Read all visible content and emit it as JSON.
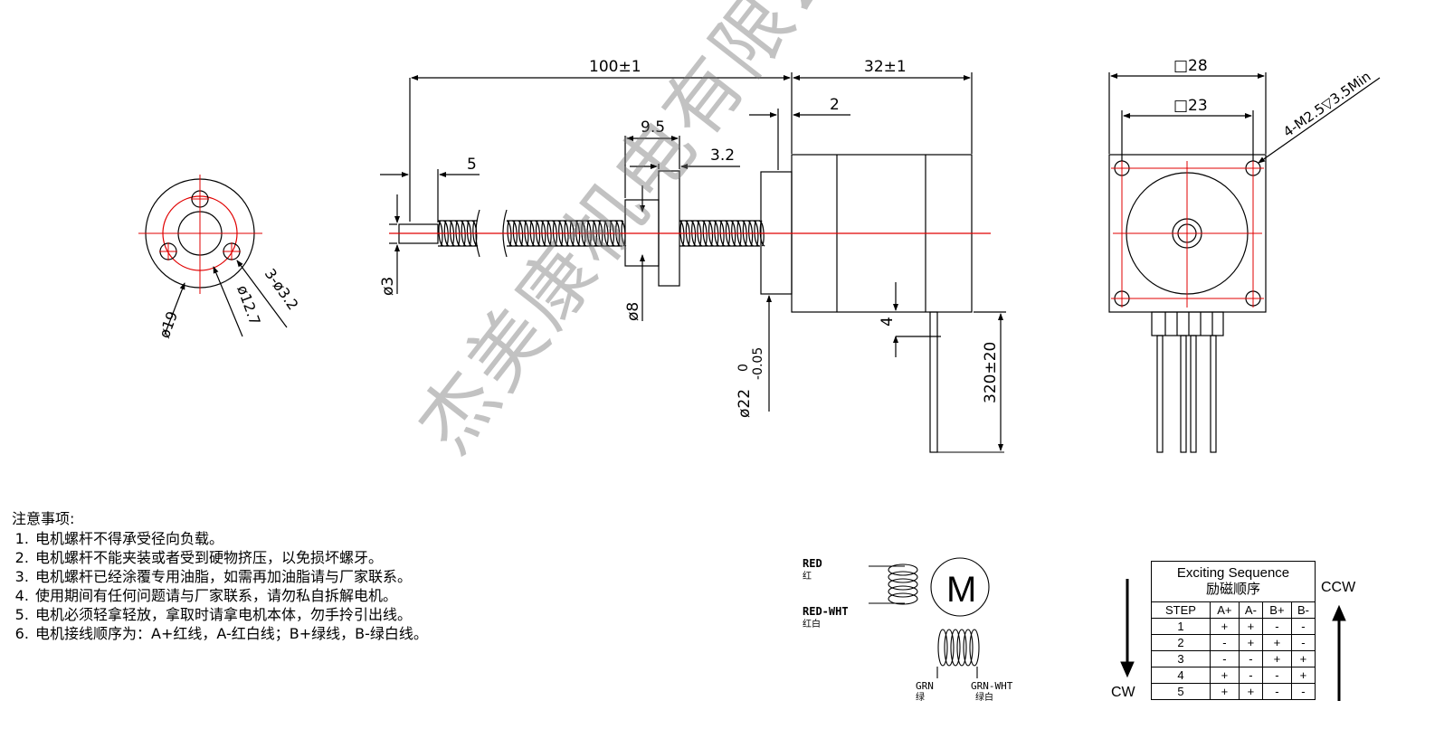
{
  "dimensions": {
    "total_length": "100±1",
    "body_length": "32±1",
    "flange_thickness": "2",
    "end_length": "5",
    "nut_width": "9.5",
    "nut_flange": "3.2",
    "shaft_dia": "ø3",
    "screw_dia": "ø8",
    "pilot_dia": "ø22",
    "pilot_tol_upper": "0",
    "pilot_tol_lower": "-0.05",
    "lead_offset": "4",
    "lead_length": "320±20",
    "frame_size": "□28",
    "hole_pitch": "□23",
    "mount_holes": "4-M2.5▽3.5Min",
    "nut_outer_dia": "ø19",
    "nut_bolt_circle": "ø12.7",
    "nut_holes": "3-ø3.2"
  },
  "wiring": {
    "red": "RED",
    "red_cn": "红",
    "red_wht": "RED-WHT",
    "red_wht_cn": "红白",
    "grn": "GRN",
    "grn_cn": "绿",
    "grn_wht": "GRN-WHT",
    "grn_wht_cn": "绿白",
    "motor": "M"
  },
  "notes": {
    "heading": "注意事项:",
    "items": [
      "电机螺杆不得承受径向负载。",
      "电机螺杆不能夹装或者受到硬物挤压，以免损坏螺牙。",
      "电机螺杆已经涂覆专用油脂，如需再加油脂请与厂家联系。",
      "使用期间有任何问题请与厂家联系，请勿私自拆解电机。",
      "电机必须轻拿轻放，拿取时请拿电机本体，勿手拎引出线。",
      "电机接线顺序为：A+红线，A-红白线；B+绿线，B-绿白线。"
    ]
  },
  "sequence": {
    "title": "Exciting Sequence",
    "title_cn": "励磁顺序",
    "headers": [
      "STEP",
      "A+",
      "A-",
      "B+",
      "B-"
    ],
    "rows": [
      [
        "1",
        "+",
        "+",
        "-",
        "-"
      ],
      [
        "2",
        "-",
        "+",
        "+",
        "-"
      ],
      [
        "3",
        "-",
        "-",
        "+",
        "+"
      ],
      [
        "4",
        "+",
        "-",
        "-",
        "+"
      ],
      [
        "5",
        "+",
        "+",
        "-",
        "-"
      ]
    ],
    "cw": "CW",
    "ccw": "CCW"
  },
  "watermark": "杰美康机电有限公司",
  "colors": {
    "centerline": "#e00000",
    "line": "#000000",
    "watermark": "#8a8a8a"
  }
}
